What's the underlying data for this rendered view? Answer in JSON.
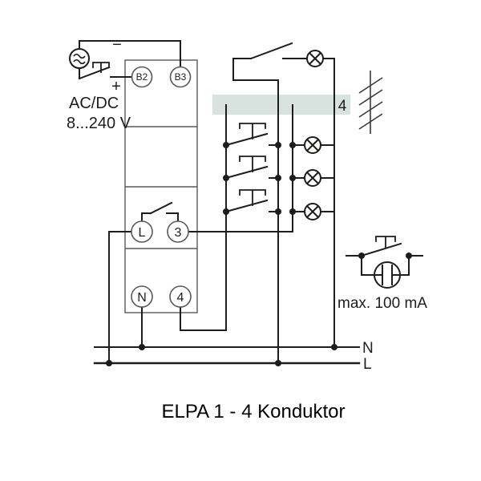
{
  "caption": "ELPA 1 - 4 Konduktor",
  "power_supply": {
    "type": "AC/DC",
    "voltage_range": "8...240 V",
    "polarity_minus": "−",
    "polarity_plus": "+"
  },
  "device": {
    "terminals_top": [
      {
        "label": "B2"
      },
      {
        "label": "B3"
      }
    ],
    "terminals_middle": [
      {
        "label": "L"
      },
      {
        "label": "3"
      }
    ],
    "terminals_bottom": [
      {
        "label": "N"
      },
      {
        "label": "4"
      }
    ]
  },
  "cable_marker": {
    "conductor_count": "4"
  },
  "mains": {
    "neutral_label": "N",
    "line_label": "L"
  },
  "annotation": {
    "max_current": "max. 100 mA"
  },
  "icons": {
    "ac_dc_source": "circle-with-double-tilde",
    "push_button": "T-actuator-over-switch-blade",
    "staircase_switch": "single-pole-switch",
    "lamp": "circle-with-diagonal-cross",
    "glow_lamp": "circle-with-two-electrodes",
    "cable_conductors": "vertical-line-with-4-slashes"
  },
  "colors": {
    "wire": "#1d1d1b",
    "outline": "#59595b",
    "band": "#d8e3df",
    "background": "#ffffff"
  }
}
